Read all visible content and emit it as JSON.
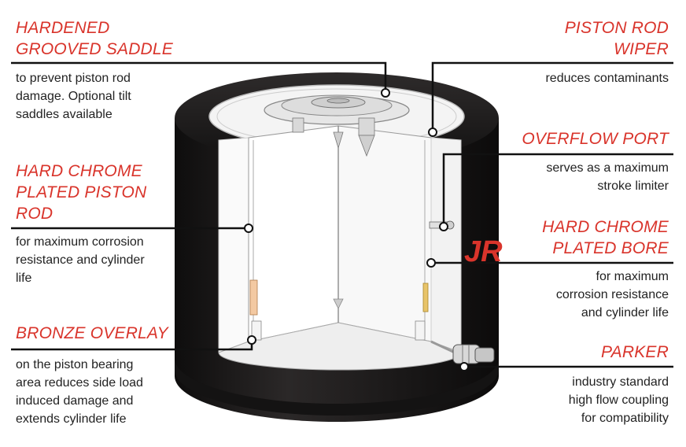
{
  "callouts": {
    "saddle": {
      "title": "HARDENED\nGROOVED SADDLE",
      "desc": "to prevent piston rod\ndamage. Optional tilt\nsaddles available"
    },
    "wiper": {
      "title": "PISTON ROD\nWIPER",
      "desc": "reduces contaminants"
    },
    "overflow": {
      "title": "OVERFLOW PORT",
      "desc": "serves as a maximum\nstroke limiter"
    },
    "rod": {
      "title": "HARD CHROME\nPLATED PISTON\nROD",
      "desc": "for maximum corrosion\nresistance and cylinder\nlife"
    },
    "bore": {
      "title": "HARD CHROME\nPLATED BORE",
      "desc": "for maximum\ncorrosion resistance\nand cylinder life"
    },
    "bronze": {
      "title": "BRONZE OVERLAY",
      "desc": "on the piston bearing\narea reduces side load\ninduced damage and\nextends cylinder life"
    },
    "parker": {
      "title": "PARKER",
      "desc": "industry standard\nhigh flow coupling\nfor compatibility"
    }
  },
  "brand_mark": "JR",
  "colors": {
    "accent": "#d9342b",
    "text": "#222222",
    "body": "#1c1a1a",
    "leader": "#111111"
  }
}
